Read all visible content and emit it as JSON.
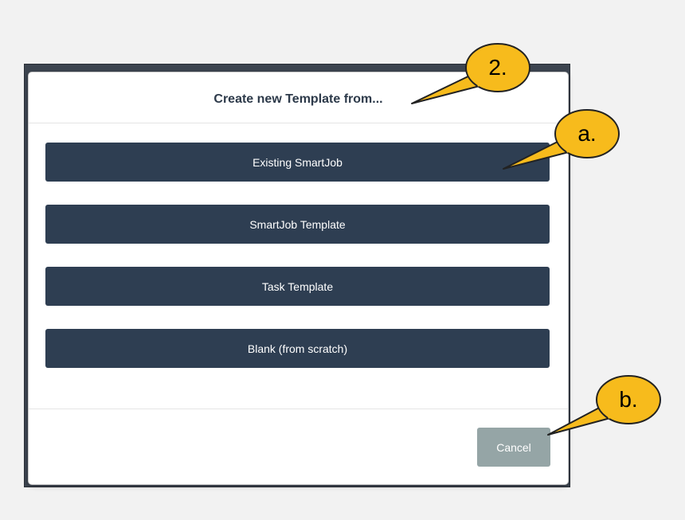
{
  "dialog": {
    "title": "Create new Template from...",
    "options": [
      {
        "label": "Existing SmartJob"
      },
      {
        "label": "SmartJob Template"
      },
      {
        "label": "Task Template"
      },
      {
        "label": "Blank (from scratch)"
      }
    ],
    "cancel_label": "Cancel"
  },
  "callouts": [
    {
      "label": "2."
    },
    {
      "label": "a."
    },
    {
      "label": "b."
    }
  ],
  "colors": {
    "option_button_bg": "#2e3e52",
    "cancel_button_bg": "#95a5a6",
    "callout_fill": "#f7bb1c",
    "callout_stroke": "#222222"
  }
}
